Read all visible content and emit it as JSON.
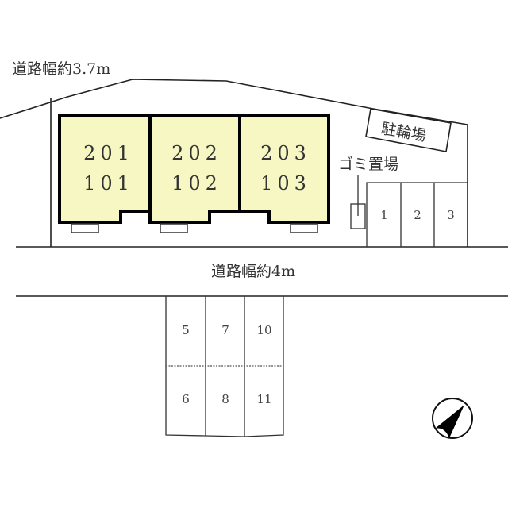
{
  "roads": {
    "top_label": "道路幅約3.7m",
    "middle_label": "道路幅約4m"
  },
  "building": {
    "fill_color": "#f7f7c4",
    "units": [
      {
        "upper": "201",
        "lower": "101"
      },
      {
        "upper": "202",
        "lower": "102"
      },
      {
        "upper": "203",
        "lower": "103"
      }
    ]
  },
  "facilities": {
    "bicycle_parking": "駐輪場",
    "trash_area": "ゴミ置場"
  },
  "parking_on_site": [
    "1",
    "2",
    "3"
  ],
  "parking_off_site": {
    "top_row": [
      "5",
      "7",
      "10"
    ],
    "bottom_row": [
      "6",
      "8",
      "11"
    ]
  },
  "compass": {
    "icon": "north-arrow-icon",
    "direction": "north-east"
  }
}
